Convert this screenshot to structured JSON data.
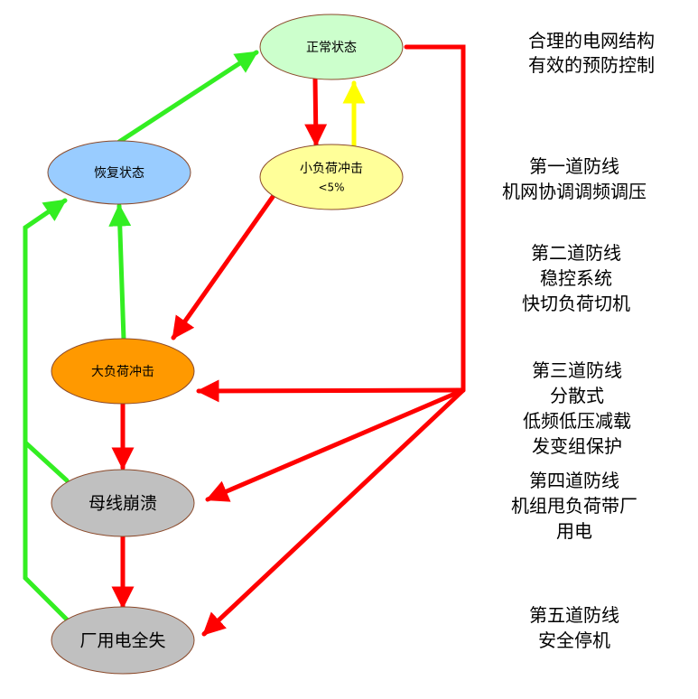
{
  "colors": {
    "red": "#ff0000",
    "green": "#33ee22",
    "yellow": "#ffff00",
    "normal_fill": "#ccffcc",
    "recovery_fill": "#99ccff",
    "small_fill": "#ffff99",
    "large_fill": "#ff9900",
    "gray_fill": "#c0c0c0",
    "outline": "#8b4a2b"
  },
  "nodes": {
    "normal": "正常状态",
    "recovery": "恢复状态",
    "small_line1": "小负荷冲击",
    "small_line2": "<5%",
    "large": "大负荷冲击",
    "bus": "母线崩溃",
    "station": "厂用电全失"
  },
  "notes": {
    "n0": [
      "合理的电网结构",
      "有效的预防控制"
    ],
    "n1": [
      "第一道防线",
      "机网协调调频调压"
    ],
    "n2": [
      "第二道防线",
      "稳控系统",
      "快切负荷切机"
    ],
    "n3": [
      "第三道防线",
      "分散式",
      "低频低压减载",
      "发变组保护"
    ],
    "n4": [
      "第四道防线",
      "机组甩负荷带厂",
      "用电"
    ],
    "n5": [
      "第五道防线",
      "安全停机"
    ]
  }
}
